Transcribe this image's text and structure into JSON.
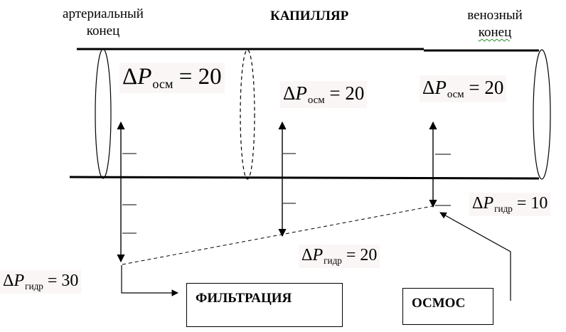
{
  "labels": {
    "arterial_line1": "артериальный",
    "arterial_line2": "конец",
    "title": "КАПИЛЛЯР",
    "venous_line1": "венозный",
    "venous_line2": "конец"
  },
  "formulas": {
    "delta_symbol": "Δ",
    "p_symbol": "P",
    "osm_sub": "осм",
    "hydr_sub": "гидр",
    "osm_left_value": "= 20",
    "osm_mid_value": "= 20",
    "osm_right_value": "= 20",
    "hydr_left_value": "= 30",
    "hydr_mid_value": "= 20",
    "hydr_right_value": "= 10"
  },
  "boxes": {
    "filtration": "ФИЛЬТРАЦИЯ",
    "osmosis": "ОСМОС"
  },
  "colors": {
    "line": "#000000",
    "formula_background": "#fbf6f6",
    "spellcheck_underline": "#2a8a2a"
  }
}
